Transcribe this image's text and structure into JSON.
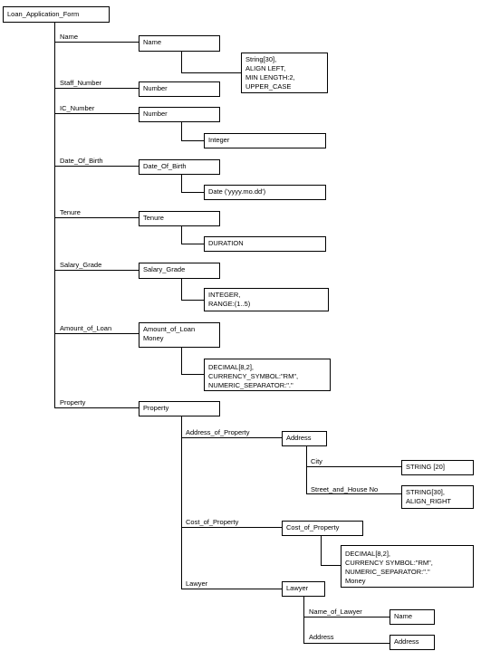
{
  "root": "Loan_Application_Form",
  "fields": {
    "name": {
      "label": "Name",
      "box": "Name",
      "spec": "String[30],\nALIGN LEFT,\nMIN LENGTH:2,\nUPPER_CASE"
    },
    "staff_number": {
      "label": "Staff_Number",
      "box": "Number"
    },
    "ic_number": {
      "label": "IC_Number",
      "box": "Number",
      "spec": "Integer"
    },
    "date_of_birth": {
      "label": "Date_Of_Birth",
      "box": "Date_Of_Birth",
      "spec": "Date ('yyyy.mo.dd')"
    },
    "tenure": {
      "label": "Tenure",
      "box": "Tenure",
      "spec": "DURATION"
    },
    "salary_grade": {
      "label": "Salary_Grade",
      "box": "Salary_Grade",
      "spec": "INTEGER,\nRANGE:(1..5)"
    },
    "amount_of_loan": {
      "label": "Amount_of_Loan",
      "box": "Amount_of_Loan\nMoney",
      "spec": "DECIMAL[8,2],\nCURRENCY_SYMBOL:\"RM\",\nNUMERIC_SEPARATOR:\".\""
    },
    "property": {
      "label": "Property",
      "box": "Property"
    }
  },
  "property": {
    "address_of_property": {
      "label": "Address_of_Property",
      "box": "Address"
    },
    "city": {
      "label": "City",
      "spec": "STRING [20]"
    },
    "street": {
      "label": "Street_and_House No",
      "spec": "STRING[30],\nALIGN_RIGHT"
    },
    "cost_of_property": {
      "label": "Cost_of_Property",
      "box": "Cost_of_Property",
      "spec": "DECIMAL[8,2],\nCURRENCY SYMBOL:\"RM\",\nNUMERIC_SEPARATOR:\".\"\nMoney"
    },
    "lawyer": {
      "label": "Lawyer",
      "box": "Lawyer"
    },
    "name_of_lawyer": {
      "label": "Name_of_Lawyer",
      "box": "Name"
    },
    "lawyer_address": {
      "label": "Address",
      "box": "Address"
    }
  },
  "colors": {
    "line": "#000000",
    "background": "#ffffff"
  }
}
